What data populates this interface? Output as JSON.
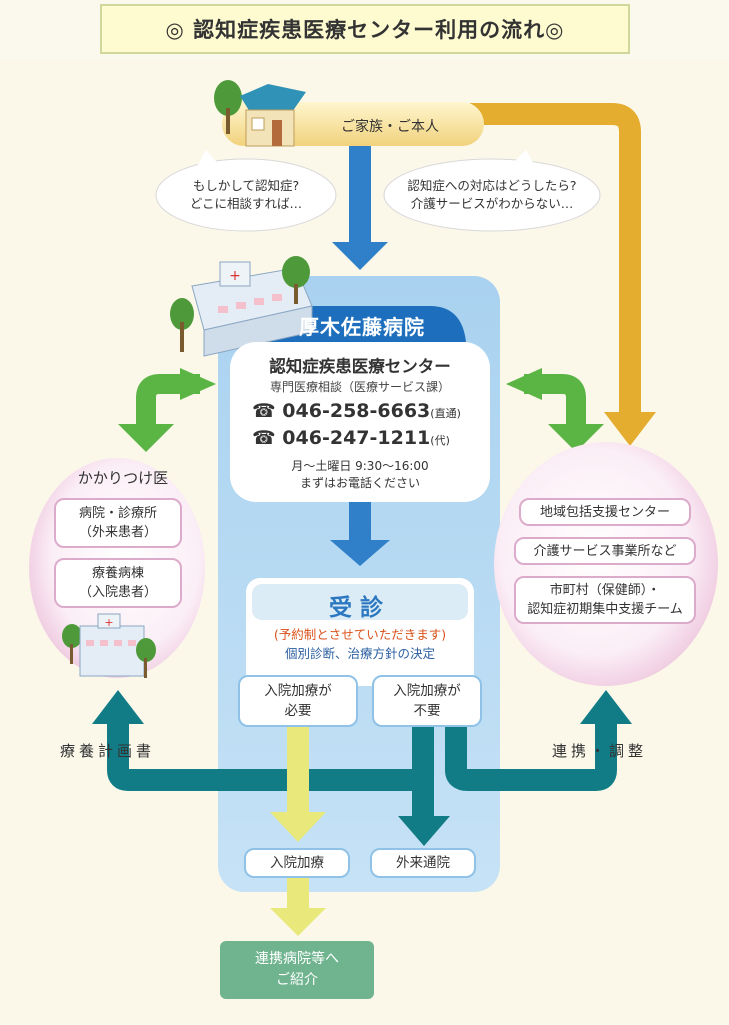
{
  "title": "◎ 認知症疾患医療センター利用の流れ◎",
  "family_label": "ご家族・ご本人",
  "bubbles": {
    "left": [
      "もしかして認知症?",
      "どこに相談すれば…"
    ],
    "right": [
      "認知症への対応はどうしたら?",
      "介護サービスがわからない…"
    ]
  },
  "hospital": {
    "name": "厚木佐藤病院",
    "center_title": "認知症疾患医療センター",
    "center_sub": "専門医療相談（医療サービス課）",
    "phone1": "046-258-6663",
    "phone1_note": "(直通)",
    "phone2": "046-247-1211",
    "phone2_note": "(代)",
    "phone_icon": "☎",
    "hours1": "月～土曜日 9:30～16:00",
    "hours2": "まずはお電話ください"
  },
  "judgment": {
    "title": "受診",
    "note": "(予約制とさせていただきます)",
    "desc": "個別診断、治療方針の決定"
  },
  "branches": {
    "need_line1": "入院加療が",
    "need_line2": "必要",
    "noneed_line1": "入院加療が",
    "noneed_line2": "不要"
  },
  "outcomes": {
    "inpatient": "入院加療",
    "outpatient": "外来通院"
  },
  "referral": [
    "連携病院等へ",
    "ご紹介"
  ],
  "left_panel": {
    "title": "かかりつけ医",
    "items": [
      [
        "病院・診療所",
        "（外来患者）"
      ],
      [
        "療養病棟",
        "（入院患者）"
      ]
    ]
  },
  "right_panel": {
    "items": [
      [
        "地域包括支援センター"
      ],
      [
        "介護サービス事業所など"
      ],
      [
        "市町村（保健師）・",
        "認知症初期集中支援チーム"
      ]
    ]
  },
  "side_labels": {
    "left": "療養計画書",
    "right": "連携・調整"
  },
  "colors": {
    "blue_arrow": "#2f80c8",
    "teal_arrow": "#127c86",
    "green_arrow": "#5ab544",
    "orange_arrow": "#e5ad2f",
    "yellow_arrow": "#e8e97a",
    "panel_blue": "#bcdcf3",
    "accent_blue": "#2b78c1"
  },
  "icons": [
    "house-icon",
    "hospital-building-icon",
    "tree-icon",
    "phone-icon"
  ]
}
